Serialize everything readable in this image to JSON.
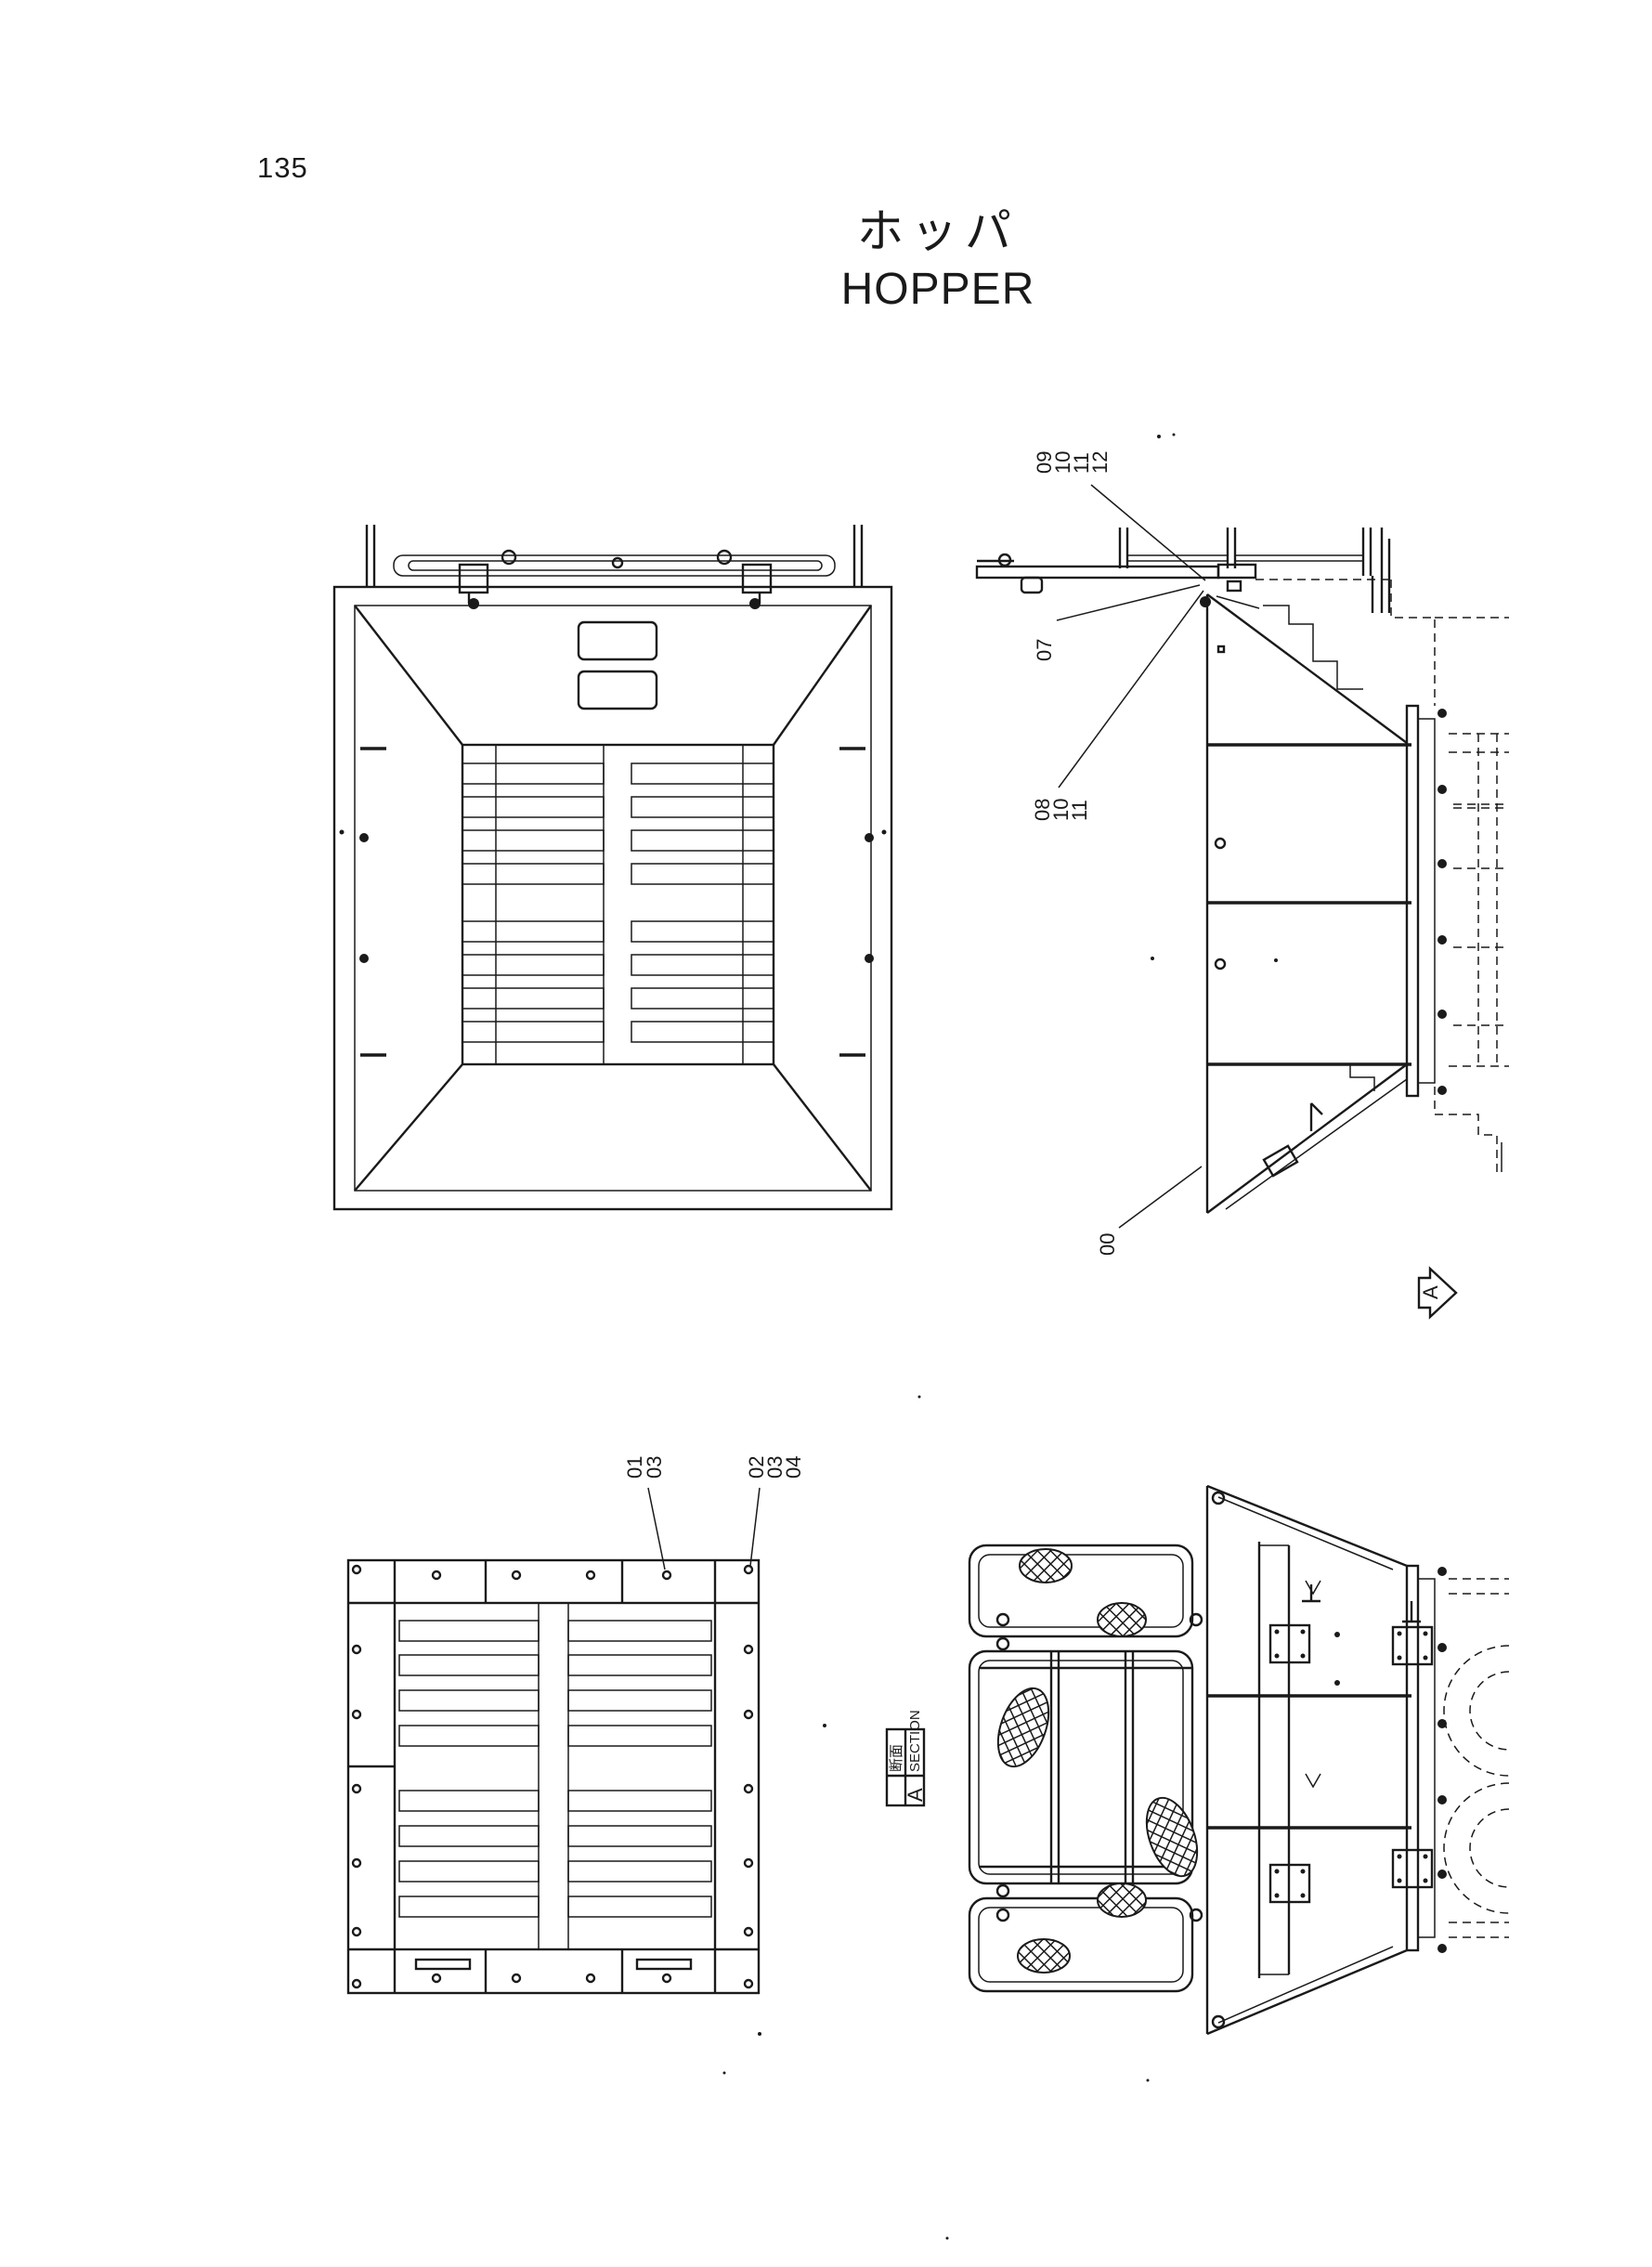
{
  "page": {
    "number": "135",
    "title_jp": "ホッパ",
    "title_en": "HOPPER"
  },
  "callouts": {
    "side_view": {
      "group_09_12": [
        "09",
        "10",
        "11",
        "12"
      ],
      "label_07": "07",
      "group_08_11": [
        "08",
        "10",
        "11"
      ],
      "label_00": "00"
    },
    "bottom_view": {
      "group_01_03": [
        "01",
        "03"
      ],
      "group_02_04": [
        "02",
        "03",
        "04"
      ]
    }
  },
  "view_marker": {
    "arrow_letter": "A",
    "section_jp": "断面",
    "section_en": "SECTION",
    "section_letter": "A"
  }
}
